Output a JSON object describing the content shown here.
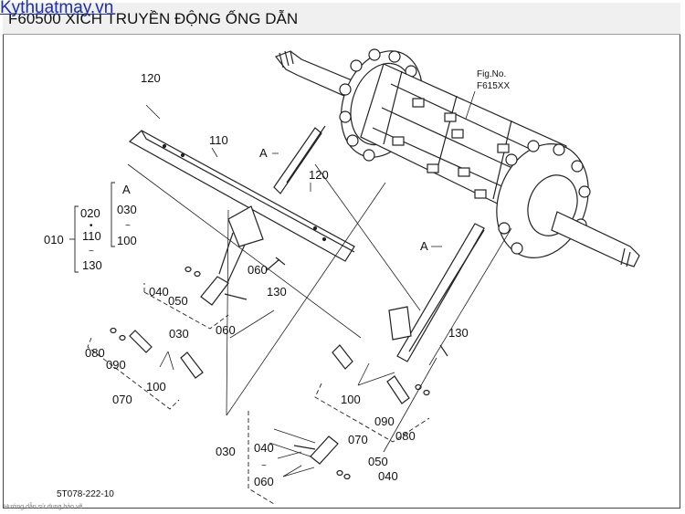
{
  "header": {
    "title": "F60500 XÍCH TRUYỀN ĐỘNG ỐNG DẪN"
  },
  "watermark": "Kythuatmay.vn",
  "fig_no": {
    "label": "Fig.No.",
    "value": "F615XX"
  },
  "drawing_code": "5T078-222-10",
  "footer_note": "Hướng dẫn sử dụng bản vẽ",
  "parts": {
    "p120a": "120",
    "p120b": "120",
    "p110": "110",
    "markA1": "A",
    "markA2": "A",
    "markA3": "A",
    "p010": "010",
    "p020": "020",
    "p110b": "110",
    "p130b": "130",
    "p030a": "030",
    "p100a": "100",
    "p040a": "040",
    "p050a": "050",
    "p060a": "060",
    "p060b": "060",
    "p130a": "130",
    "p030b": "030",
    "p080a": "080",
    "p090a": "090",
    "p100b": "100",
    "p070a": "070",
    "p130c": "130",
    "p100c": "100",
    "p090b": "090",
    "p080b": "080",
    "p070b": "070",
    "p030c": "030",
    "p040b": "040",
    "p060c": "060",
    "p050b": "050",
    "p040c": "040"
  },
  "symbols": {
    "dot": "•",
    "tilde": "~"
  }
}
